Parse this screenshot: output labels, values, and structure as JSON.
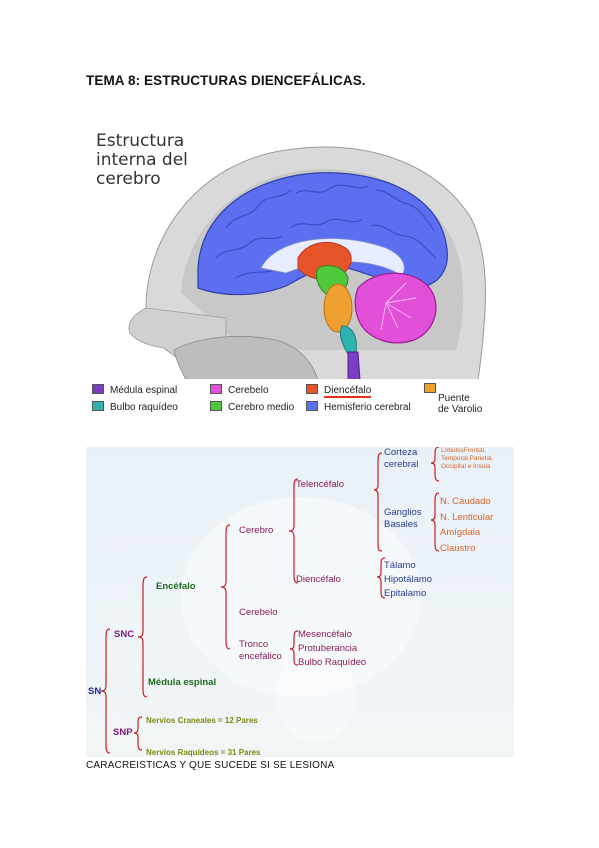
{
  "page": {
    "title": "TEMA 8: ESTRUCTURAS DIENCEFÁLICAS."
  },
  "figure": {
    "title_lines": [
      "Estructura",
      "interna del",
      "cerebro"
    ],
    "legend": [
      {
        "label": "Médula espinal",
        "color": "#7a3dc4"
      },
      {
        "label": "Bulbo raquídeo",
        "color": "#2fb3b0"
      },
      {
        "label": "Cerebelo",
        "color": "#e24fd8"
      },
      {
        "label": "Cerebro medio",
        "color": "#4fc83c"
      },
      {
        "label": "Diencéfalo",
        "color": "#e8542a"
      },
      {
        "label": "Hemisferio cerebral",
        "color": "#5b6ff0"
      },
      {
        "label": "Puente\nde Varolio",
        "color": "#f0a030"
      }
    ]
  },
  "concept_map": {
    "sn": "SN",
    "snc": "SNC",
    "snp": "SNP",
    "encefalo": "Encéfalo",
    "medula": "Médula espinal",
    "cerebro": "Cerebro",
    "cerebelo": "Cerebelo",
    "tronco_1": "Tronco",
    "tronco_2": "encefálico",
    "telencefalo": "Telencéfalo",
    "diencefalo": "Diencéfalo",
    "corteza_1": "Corteza",
    "corteza_2": "cerebral",
    "lobulos": [
      "LóbulosFrontal,",
      "Temporal,Parietal,",
      "Occipital e Insula"
    ],
    "ganglios_1": "Ganglios",
    "ganglios_2": "Basales",
    "ganglios_items": [
      "N. Caudado",
      "N. Lenticular",
      "Amígdala",
      "Claustro"
    ],
    "dien_items": [
      "Tálamo",
      "Hipotálamo",
      "Epitalamo"
    ],
    "tronco_items": [
      "Mesencéfalo",
      "Protuberancia",
      "Bulbo Raquídeo"
    ],
    "nervios_craneales": "Nervios Craneales = 12 Pares",
    "nervios_raquideos": "Nervios Raquídeos = 31 Pares"
  },
  "footer": {
    "text": "CARACREISTICAS Y QUE SUCEDE SI SE LESIONA"
  }
}
